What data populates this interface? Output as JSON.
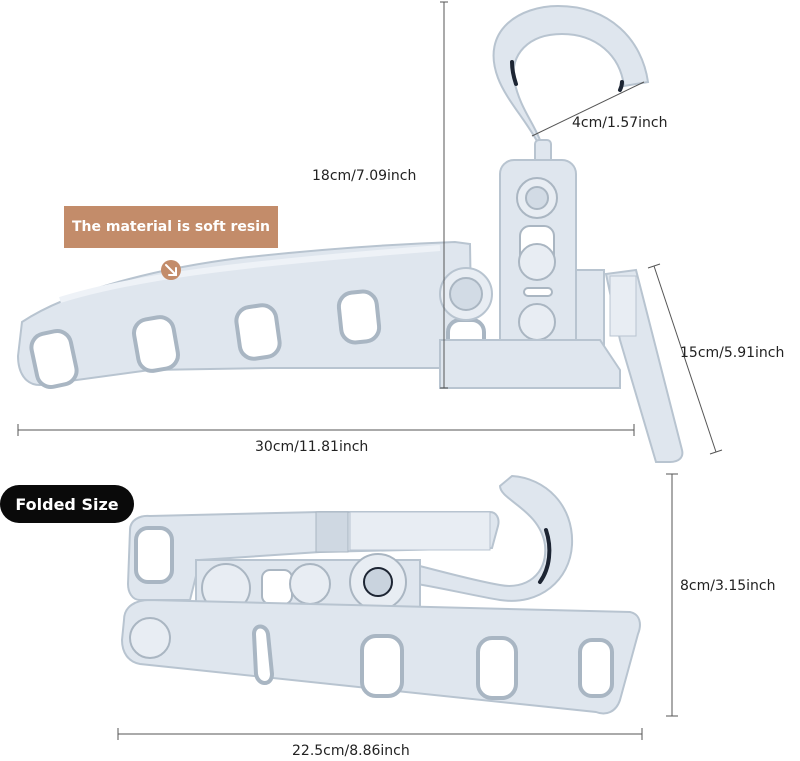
{
  "labels": {
    "material": "The material is soft resin",
    "folded_size": "Folded Size"
  },
  "dimensions": {
    "hook_width": "4cm/1.57inch",
    "total_height": "18cm/7.09inch",
    "foot_height": "15cm/5.91inch",
    "total_length": "30cm/11.81inch",
    "folded_height": "8cm/3.15inch",
    "folded_length": "22.5cm/8.86inch"
  },
  "colors": {
    "hanger_body": "#dfe6ee",
    "hanger_outline": "#b8c4d0",
    "hook_inner_stroke": "#1d2533",
    "material_badge": "#c38c6a",
    "folded_badge": "#0a0a0a",
    "dimension_line": "#555555"
  }
}
